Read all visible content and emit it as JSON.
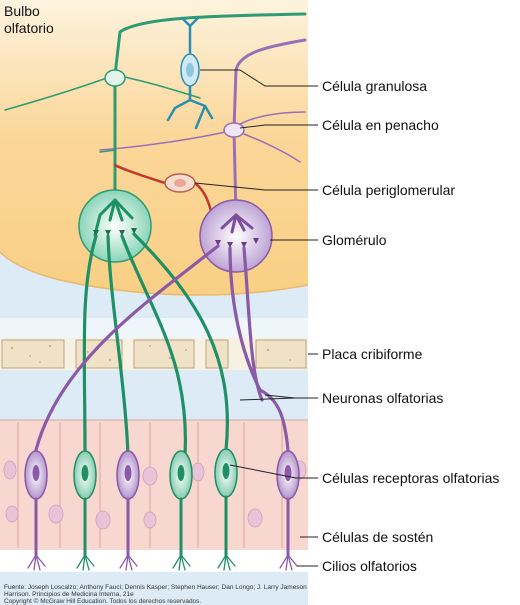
{
  "bulb_title": {
    "line1": "Bulbo",
    "line2": "olfatorio"
  },
  "labels": {
    "granulosa": "Célula granulosa",
    "penacho": "Célula en penacho",
    "periglomerular": "Célula periglomerular",
    "glomerulo": "Glomérulo",
    "placa": "Placa cribiforme",
    "neuronas": "Neuronas olfatorias",
    "receptoras": "Células receptoras olfatorias",
    "sosten": "Células de sostén",
    "cilios": "Cilios olfatorios"
  },
  "credits": {
    "line1": "Fuente: Joseph Loscalzo; Anthony Fauci; Dennis Kasper; Stephen Hauser; Dan Longo; J. Larry Jameson",
    "line2": "Harrison. Principios de Medicina Interna, 21e",
    "line3": "Copyright © McGraw Hill Education. Todos los derechos reservados."
  },
  "colors": {
    "bulb": "#fbd99a",
    "bulb_light": "#fdf0d2",
    "sky": "#dcebf6",
    "green_neuron": "#1f8f66",
    "purple_neuron": "#8a5aa6",
    "granule_blue": "#2b8fb0",
    "periglomerular_red": "#c0392b",
    "epithelium": "#f6d4cc"
  }
}
